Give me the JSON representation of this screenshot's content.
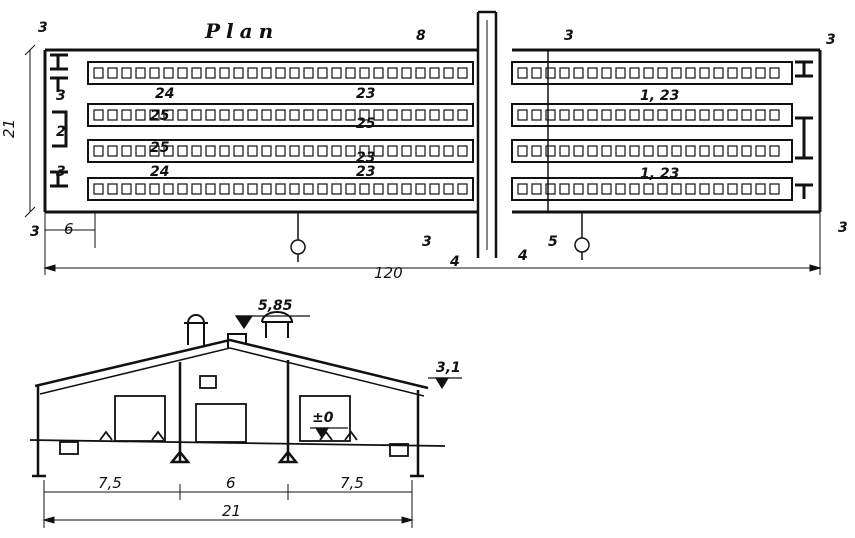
{
  "plan": {
    "title": "Plan",
    "labels": {
      "corner_tl": "3",
      "corner_tr": "3",
      "corner_bl": "3",
      "corner_br": "3",
      "top_mid_8": "8",
      "top_mid_3": "3",
      "left_3a": "3",
      "left_2": "2",
      "left_3b": "3",
      "row1_24": "24",
      "row1_23": "23",
      "row2_25a": "25",
      "row2_25b": "25",
      "row3_25": "25",
      "row3_23": "23",
      "row4_24": "24",
      "row4_23": "23",
      "right_r1": "1, 23",
      "right_r4": "1, 23",
      "bottom_3": "3",
      "bottom_4a": "4",
      "bottom_4b": "4",
      "bottom_5": "5"
    },
    "dims": {
      "width": "21",
      "bay": "6",
      "length": "120"
    }
  },
  "section": {
    "labels": {
      "ridge_elev": "5,85",
      "eave_elev": "3,1",
      "floor_elev": "±0"
    },
    "dims": {
      "left": "7,5",
      "middle": "6",
      "right": "7,5",
      "total": "21"
    }
  }
}
